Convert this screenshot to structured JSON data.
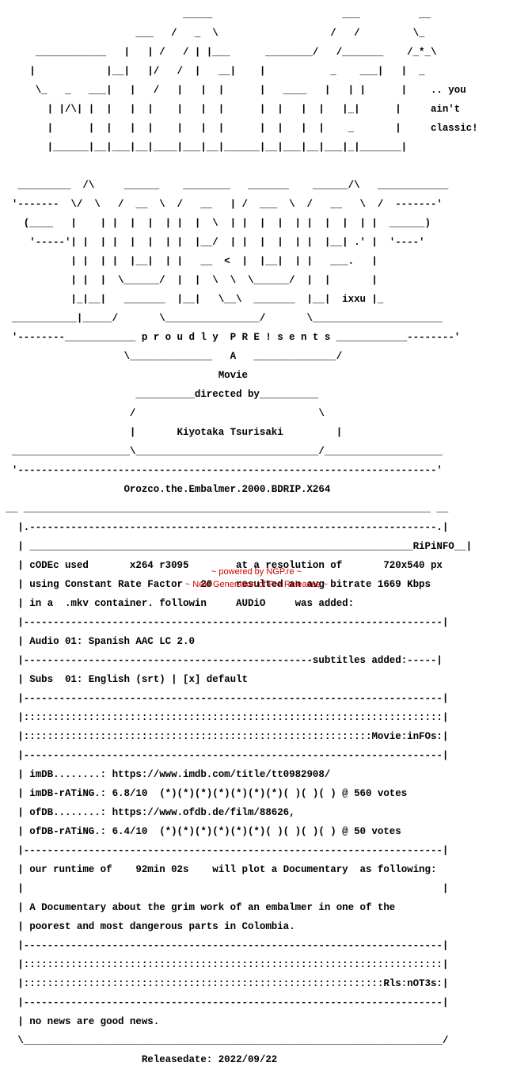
{
  "ascii_header": [
    "                               _____                      ___          __",
    "                       ___   /   _  \\                   /   /         \\_",
    "      ____________   |   | /   / | |___      ________/   /_______    /_*_\\",
    "     |            |__|   |/   /  |   __|    |           _    ___|   |  _",
    "      \\_   _   ___|   |   /   |   |  |      |   ____   |   | |      |    .. you",
    "        | |/\\| |  |   |  |    |   |  |      |  |   |  |   |_|      |     ain't",
    "        |      |  |   |  |    |   |  |      |  |   |  |    _       |     classic!"
  ],
  "ascii_logo": [
    "   _________  /\\     ______    ________   _______    ______/\\   ____________",
    "  '-------  \\/  \\   /  __  \\  /   __   | /  ___  \\  /   __   \\  /  -------'",
    "    (____   |    | |  |  |  | |  |  \\  | |  |  |  | |  |  |  | |  ______)",
    "     '-----'| |  | |  |  |  | |  |__/  | |  |  |  | |  |__| .' |  '----'",
    "            | |  | |  |__|  | |   __  <  |  |__|  | |   ___.   |",
    "            | |  |  \\______/  |  |  \\  \\  \\______/  |  |       |",
    "            |_|__|   _______  |__|   \\__\\  _______  |__|  ixxu |_",
    "  ___________|_____/       \\________________/       \\______________________"
  ],
  "tagline": "p r o u d l y  P R E ! s e n t s",
  "movie_lines": [
    "A",
    "Movie",
    "directed by"
  ],
  "director": "Kiyotaka Tsurisaki",
  "release_title": "Orozco.the.Embalmer.2000.BDRIP.X264",
  "ripinfo_title": "RiPiNFO",
  "codec_line": "cODEc used       x264 r3095        at a resolution of       720x540 px",
  "rate_line": "using Constant Rate Factor   20    resulted an avg bitrate 1669 Kbps",
  "container_line": "in a  .mkv container. followin     AUDiO     was added:",
  "audio_line": "Audio 01: Spanish AAC LC 2.0",
  "subtitles_header": "subtitles added:",
  "subs_line": "Subs  01: English (srt) | [x] default",
  "movieinfo_title": "Movie:inFOs",
  "imdb_line": "imDB........: https://www.imdb.com/title/tt0982908/",
  "imdb_rating_line": "imDB-rATiNG.: 6.8/10  (*)(*)(*)(*)(*)(*)(*)( )( )( ) @ 560 votes",
  "ofdb_line": "ofDB........: https://www.ofdb.de/film/88626,",
  "ofdb_rating_line": "ofDB-rATiNG.: 6.4/10  (*)(*)(*)(*)(*)(*)( )( )( )( ) @ 50 votes",
  "runtime_line": "our runtime of    92min 02s    will plot a Documentary  as following:",
  "plot_line_1": "A Documentary about the grim work of an embalmer in one of the",
  "plot_line_2": "poorest and most dangerous parts in Colombia.",
  "notes_title": "Rls:nOT3s",
  "notes_line": "no news are good news.",
  "release_date": "Releasedate: 2022/09/22",
  "footer_1": "~ powered by NGP.re ~",
  "footer_2": "~ Next Generation of Pre Releases ~"
}
